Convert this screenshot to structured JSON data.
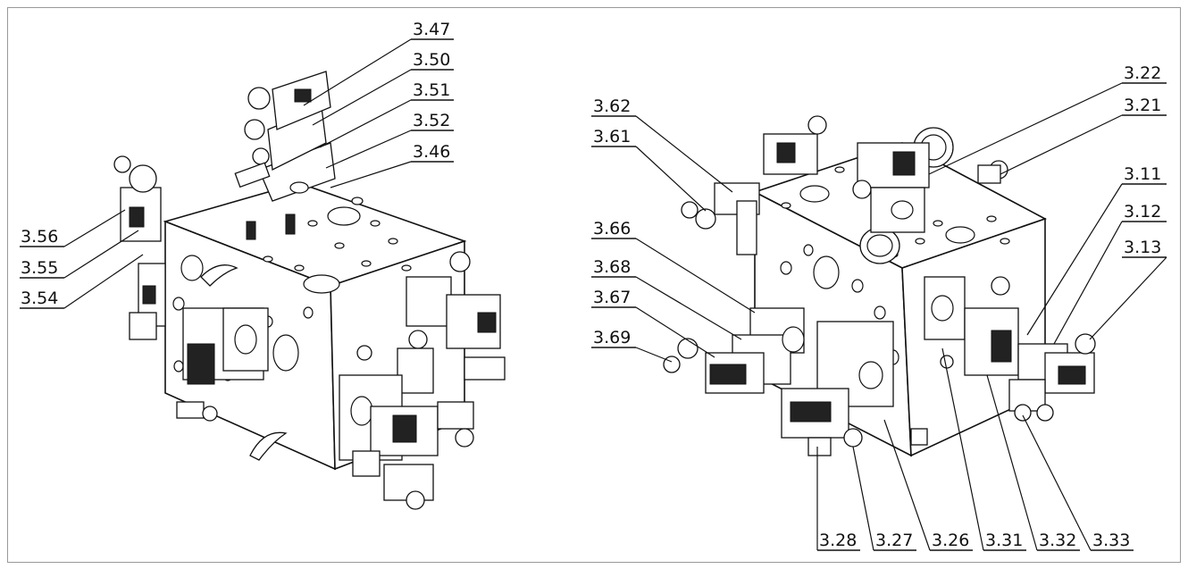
{
  "left_view": {
    "callouts": [
      {
        "id": "c347",
        "label": "3.47"
      },
      {
        "id": "c350",
        "label": "3.50"
      },
      {
        "id": "c351",
        "label": "3.51"
      },
      {
        "id": "c352",
        "label": "3.52"
      },
      {
        "id": "c346",
        "label": "3.46"
      },
      {
        "id": "c356",
        "label": "3.56"
      },
      {
        "id": "c355",
        "label": "3.55"
      },
      {
        "id": "c354",
        "label": "3.54"
      }
    ]
  },
  "right_view": {
    "callouts": [
      {
        "id": "c362",
        "label": "3.62"
      },
      {
        "id": "c361",
        "label": "3.61"
      },
      {
        "id": "c366",
        "label": "3.66"
      },
      {
        "id": "c368",
        "label": "3.68"
      },
      {
        "id": "c367",
        "label": "3.67"
      },
      {
        "id": "c369",
        "label": "3.69"
      },
      {
        "id": "c322",
        "label": "3.22"
      },
      {
        "id": "c321",
        "label": "3.21"
      },
      {
        "id": "c311",
        "label": "3.11"
      },
      {
        "id": "c312",
        "label": "3.12"
      },
      {
        "id": "c313",
        "label": "3.13"
      },
      {
        "id": "c328",
        "label": "3.28"
      },
      {
        "id": "c327",
        "label": "3.27"
      },
      {
        "id": "c326",
        "label": "3.26"
      },
      {
        "id": "c331",
        "label": "3.31"
      },
      {
        "id": "c332",
        "label": "3.32"
      },
      {
        "id": "c333",
        "label": "3.33"
      }
    ]
  }
}
